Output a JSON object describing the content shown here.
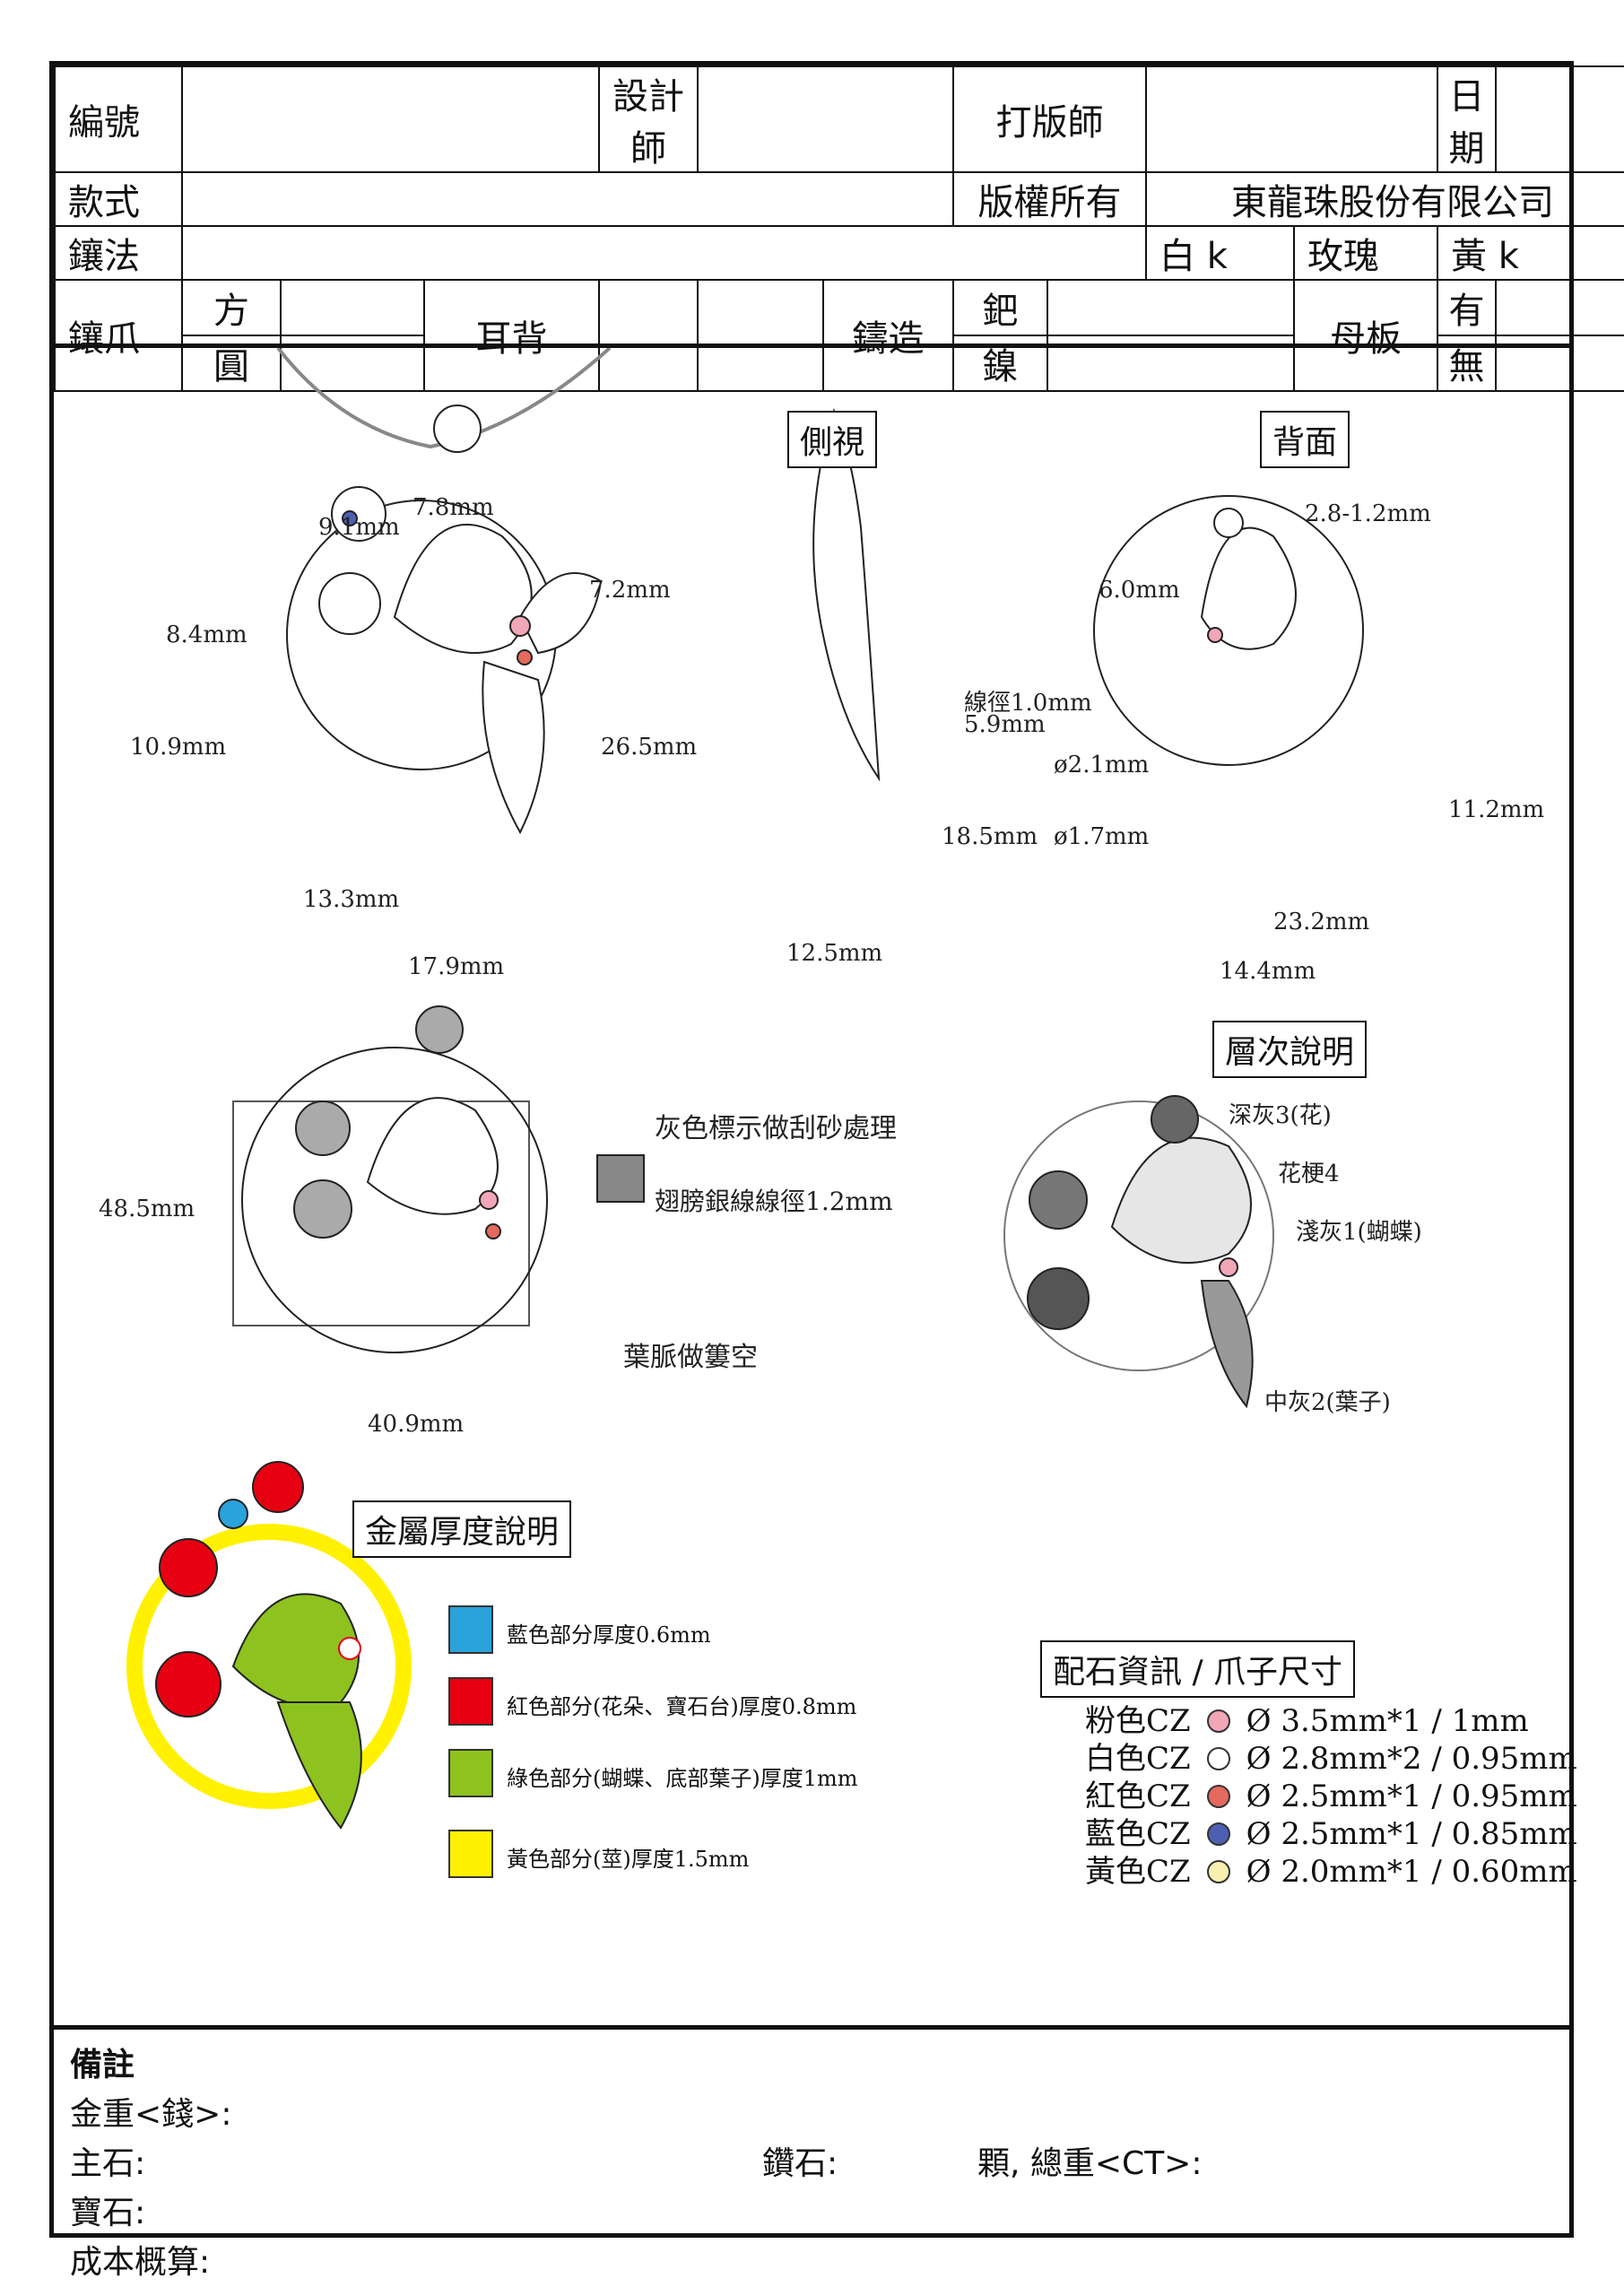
{
  "header": {
    "serial_label": "編號",
    "designer_label": "設計師",
    "pattern_maker_label": "打版師",
    "date_label": "日期",
    "style_label": "款式",
    "copyright_label": "版權所有",
    "copyright_value": "東龍珠股份有限公司",
    "setting_label": "鑲法",
    "white_k_label": "白 k",
    "rose_label": "玫瑰",
    "yellow_k_label": "黃 k",
    "prong_label": "鑲爪",
    "square_label": "方",
    "round_label": "圓",
    "earback_label": "耳背",
    "casting_label": "鑄造",
    "palladium_label": "鈀",
    "nickel_label": "鎳",
    "master_label": "母板",
    "yes_label": "有",
    "no_label": "無"
  },
  "views": {
    "side_view_title": "側視",
    "back_view_title": "背面",
    "layer_title": "層次說明",
    "thickness_title": "金屬厚度說明",
    "stone_title": "配石資訊 / 爪子尺寸"
  },
  "front_dims": [
    "9.1mm",
    "7.8mm",
    "7.2mm",
    "8.4mm",
    "10.9mm",
    "26.5mm",
    "13.3mm",
    "17.9mm"
  ],
  "side_dims": [
    "12.5mm"
  ],
  "back_dims": [
    "2.8-1.2mm",
    "6.0mm",
    "線徑1.0mm",
    "5.9mm",
    "ø2.1mm",
    "ø1.7mm",
    "18.5mm",
    "11.2mm",
    "23.2mm",
    "14.4mm"
  ],
  "overall_dims": [
    "48.5mm",
    "40.9mm"
  ],
  "annotations": {
    "grey_note": "灰色標示做刮砂處理",
    "wing_wire": "翅膀銀線線徑1.2mm",
    "leaf_vein": "葉脈做簍空"
  },
  "layers": [
    "深灰3(花)",
    "花梗4",
    "淺灰1(蝴蝶)",
    "中灰2(葉子)"
  ],
  "thickness_legend": [
    {
      "color": "#2aa2dc",
      "text": "藍色部分厚度0.6mm"
    },
    {
      "color": "#e60012",
      "text": "紅色部分(花朵、寶石台)厚度0.8mm"
    },
    {
      "color": "#8dc21f",
      "text": "綠色部分(蝴蝶、底部葉子)厚度1mm"
    },
    {
      "color": "#fff100",
      "text": "黃色部分(莖)厚度1.5mm"
    }
  ],
  "stones": [
    {
      "name": "粉色CZ",
      "color": "#f2a7b8",
      "spec": "Ø 3.5mm*1 / 1mm"
    },
    {
      "name": "白色CZ",
      "color": "#ffffff",
      "spec": "Ø 2.8mm*2 / 0.95mm"
    },
    {
      "name": "紅色CZ",
      "color": "#e36a5c",
      "spec": "Ø 2.5mm*1 / 0.95mm"
    },
    {
      "name": "藍色CZ",
      "color": "#4d5fb0",
      "spec": "Ø 2.5mm*1 / 0.85mm"
    },
    {
      "name": "黃色CZ",
      "color": "#f8f0b0",
      "spec": "Ø 2.0mm*1 / 0.60mm"
    }
  ],
  "notes": {
    "title": "備註",
    "gold_weight": "金重<錢>:",
    "main_stone": "主石:",
    "diamond": "鑽石:",
    "count_total": "顆, 總重<CT>:",
    "gem": "寶石:",
    "cost": "成本概算:"
  }
}
